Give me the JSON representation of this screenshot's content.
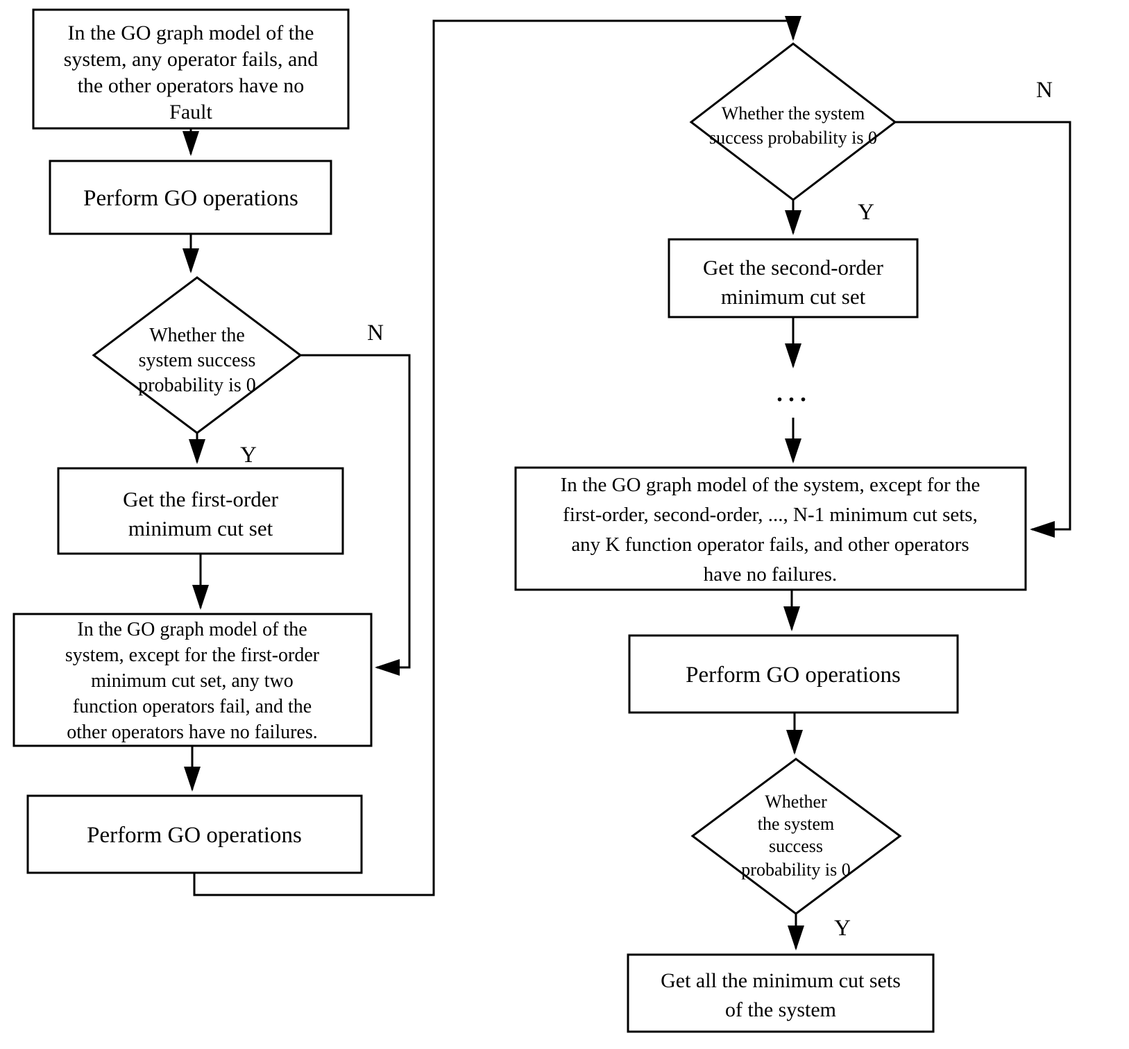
{
  "diagram": {
    "title_implicit": "GO graph minimum cut set flowchart",
    "colors": {
      "stroke": "#000000",
      "background": "#ffffff",
      "text": "#000000"
    },
    "labels": {
      "yes": "Y",
      "no": "N"
    },
    "nodes": {
      "start": {
        "lines": [
          "In the GO graph model of the",
          "system, any operator fails, and",
          "the other operators have no",
          "Fault"
        ]
      },
      "perform1": {
        "label": "Perform GO operations"
      },
      "decision1": {
        "lines": [
          "Whether the",
          "system success",
          "probability is 0"
        ]
      },
      "first_order": {
        "lines": [
          "Get the first-order",
          "minimum cut set"
        ]
      },
      "except_first": {
        "lines": [
          "In the GO graph model of the",
          "system, except for the first-order",
          "minimum cut set, any two",
          "function operators fail, and the",
          "other operators have no failures."
        ]
      },
      "perform2": {
        "label": "Perform GO operations"
      },
      "decision2": {
        "lines": [
          "Whether the system",
          "success probability is 0"
        ]
      },
      "second_order": {
        "lines": [
          "Get the second-order",
          "minimum cut set"
        ]
      },
      "ellipsis": "...",
      "except_n": {
        "lines": [
          "In the GO graph model of the system, except for the",
          "first-order, second-order, ..., N-1 minimum cut sets,",
          "any K function operator fails, and other operators",
          "have no failures."
        ]
      },
      "perform3": {
        "label": "Perform GO operations"
      },
      "decision3": {
        "lines": [
          "Whether",
          "the system",
          "success",
          "probability is 0"
        ]
      },
      "all_cut_sets": {
        "lines": [
          "Get all the minimum cut sets",
          "of the system"
        ]
      }
    }
  }
}
